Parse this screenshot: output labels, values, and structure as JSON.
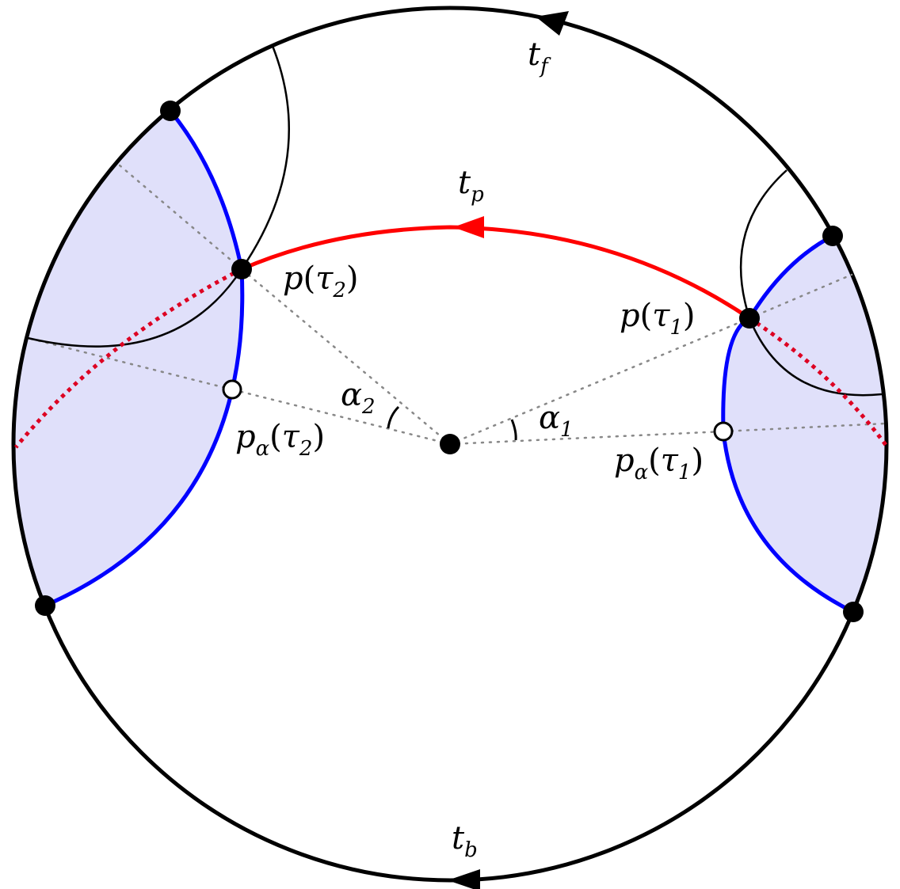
{
  "colors": {
    "boundary": "#000000",
    "trajectory": "#ff0000",
    "geodesic": "#0000ff",
    "shaded_region": "#e0e0fa",
    "guide_dotted": "#888888",
    "dotted_extension": "#dd0022"
  },
  "labels": {
    "tf": {
      "main": "t",
      "sub": "f"
    },
    "tp": {
      "main": "t",
      "sub": "p"
    },
    "tb": {
      "main": "t",
      "sub": "b"
    },
    "p_tau2": {
      "main": "p",
      "open": "(",
      "inner": "τ",
      "sub": "2",
      "close": ")"
    },
    "p_tau1": {
      "main": "p",
      "open": "(",
      "inner": "τ",
      "sub": "1",
      "close": ")"
    },
    "palpha_tau2": {
      "main": "p",
      "main_sub": "α",
      "open": "(",
      "inner": "τ",
      "sub": "2",
      "close": ")"
    },
    "palpha_tau1": {
      "main": "p",
      "main_sub": "α",
      "open": "(",
      "inner": "τ",
      "sub": "1",
      "close": ")"
    },
    "alpha2": {
      "main": "α",
      "sub": "2"
    },
    "alpha1": {
      "main": "α",
      "sub": "1"
    }
  }
}
